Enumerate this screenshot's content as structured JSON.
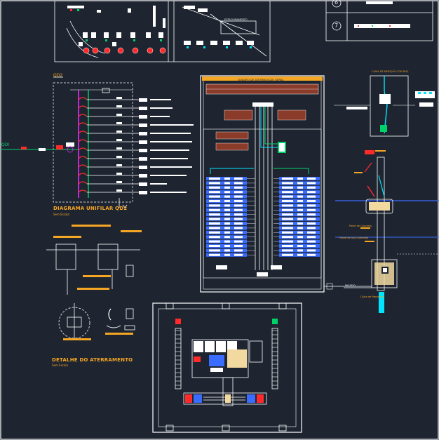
{
  "labels": {
    "diag_title": "DIAGRAMA UNIFILAR QD2",
    "diag_sub": "Sem Escala",
    "qd_label": "QD2",
    "qdi_label": "QDI",
    "ater_title": "DETALHE DO ATERRAMENTO",
    "ater_sub": "Sem Escala",
    "quadro_title": "QUADRO DE DISTRIBUIÇÃO GERAL",
    "estacionamento": "ESTACIONAMENTO",
    "medicao_title": "CAIXA DE MEDIÇÃO COM DISJ.",
    "ref_a": "Haste de Aço Cobreado",
    "ref_b": "Poste de Concreto",
    "passeio": "PASSEIO",
    "calcada": "Caixa de Passagem",
    "num_6": "6",
    "num_7": "7"
  },
  "colors": {
    "background": "#1e2531",
    "lines_white": "#ffffff",
    "accent_orange": "#f5a623",
    "cyan": "#00e5ff",
    "green": "#00d26a",
    "red": "#ff2b2b",
    "blue": "#3a6cff",
    "magenta": "#c026d3",
    "tan": "#f1d9a0"
  },
  "icons": {
    "breaker": "breaker-symbol",
    "ground": "ground-symbol",
    "meter": "meter-box"
  }
}
